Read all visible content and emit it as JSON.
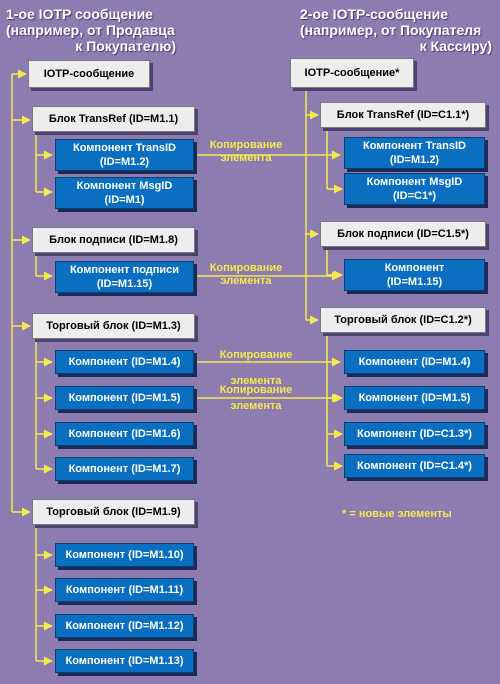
{
  "colors": {
    "background": "#8D7CB0",
    "connector": "#F4EA4C",
    "gray_box": "#EDEDED",
    "blue_box": "#0A6FC0"
  },
  "headers": {
    "left": [
      "1-ое IOTP сообщение",
      "(например, от Продавца",
      "к Покупателю)"
    ],
    "right": [
      "2-ое IOTP-сообщение",
      "(например, от Покупателя",
      "к Кассиру)"
    ]
  },
  "left": {
    "root": "IOTP-сообщение",
    "transref": "Блок TransRef (ID=M1.1)",
    "transid": [
      "Компонент TransID",
      "(ID=M1.2)"
    ],
    "msgid": [
      "Компонент MsgID",
      "(ID=M1)"
    ],
    "signature_block": "Блок подписи (ID=M1.8)",
    "signature_comp": [
      "Компонент подписи",
      "(ID=M1.15)"
    ],
    "trade_block_1": "Торговый блок  (ID=M1.3)",
    "trade1_comps": [
      "Компонент  (ID=M1.4)",
      "Компонент  (ID=M1.5)",
      "Компонент  (ID=M1.6)",
      "Компонент  (ID=M1.7)"
    ],
    "trade_block_2": "Торговый блок  (ID=M1.9)",
    "trade2_comps": [
      "Компонент  (ID=M1.10)",
      "Компонент  (ID=M1.11)",
      "Компонент  (ID=M1.12)",
      "Компонент  (ID=M1.13)"
    ]
  },
  "right": {
    "root": "IOTP-сообщение*",
    "transref": "Блок TransRef (ID=C1.1*)",
    "transid": [
      "Компонент TransID",
      "(ID=M1.2)"
    ],
    "msgid": [
      "Компонент MsgID",
      "(ID=C1*)"
    ],
    "signature_block": "Блок подписи (ID=C1.5*)",
    "signature_comp": [
      "Компонент",
      "(ID=M1.15)"
    ],
    "trade_block": "Торговый блок  (ID=C1.2*)",
    "trade_comps": [
      "Компонент  (ID=M1.4)",
      "Компонент  (ID=M1.5)",
      "Компонент  (ID=C1.3*)",
      "Компонент  (ID=C1.4*)"
    ]
  },
  "copy_label": [
    "Копирование",
    "элемента"
  ],
  "note": "* = новые элементы"
}
